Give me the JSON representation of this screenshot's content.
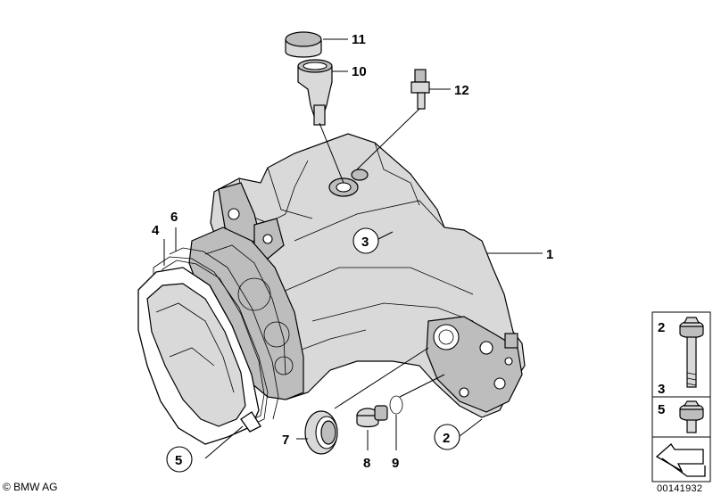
{
  "diagram": {
    "callouts": [
      {
        "id": "c1",
        "text": "1"
      },
      {
        "id": "c2",
        "text": "2"
      },
      {
        "id": "c3",
        "text": "3"
      },
      {
        "id": "c4",
        "text": "4"
      },
      {
        "id": "c5",
        "text": "5"
      },
      {
        "id": "c6",
        "text": "6"
      },
      {
        "id": "c7",
        "text": "7"
      },
      {
        "id": "c8",
        "text": "8"
      },
      {
        "id": "c9",
        "text": "9"
      },
      {
        "id": "c10",
        "text": "10"
      },
      {
        "id": "c11",
        "text": "11"
      },
      {
        "id": "c12",
        "text": "12"
      }
    ],
    "legend": {
      "bolt_labels": [
        "2",
        "3"
      ],
      "short_bolt_label": "5"
    },
    "copyright": "© BMW AG",
    "diagram_id": "00141932"
  }
}
